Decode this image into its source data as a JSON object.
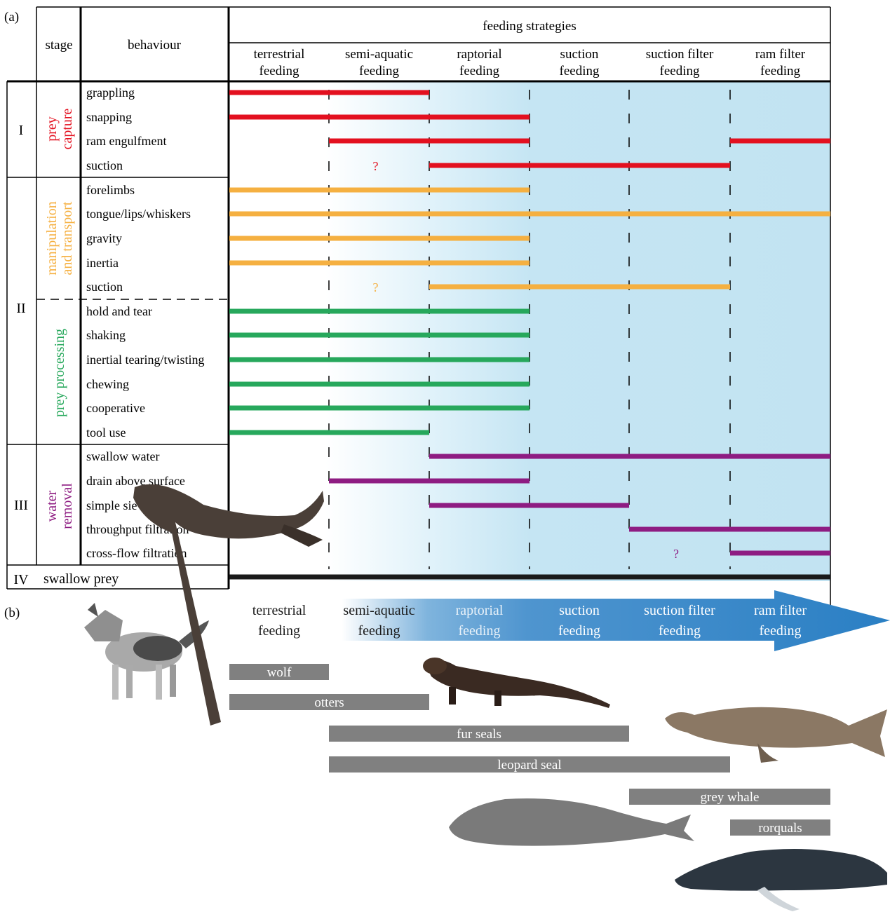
{
  "panel_labels": {
    "a": "(a)",
    "b": "(b)"
  },
  "headers": {
    "stage": "stage",
    "behaviour": "behaviour",
    "feeding_strategies": "feeding strategies"
  },
  "strategies": [
    {
      "line1": "terrestrial",
      "line2": "feeding"
    },
    {
      "line1": "semi-aquatic",
      "line2": "feeding"
    },
    {
      "line1": "raptorial",
      "line2": "feeding"
    },
    {
      "line1": "suction",
      "line2": "feeding"
    },
    {
      "line1": "suction filter",
      "line2": "feeding"
    },
    {
      "line1": "ram  filter",
      "line2": "feeding"
    }
  ],
  "arrow_strategies": [
    {
      "line1": "terrestrial",
      "line2": "feeding"
    },
    {
      "line1": "semi-aquatic",
      "line2": "feeding"
    },
    {
      "line1": "raptorial",
      "line2": "feeding"
    },
    {
      "line1": "suction",
      "line2": "feeding"
    },
    {
      "line1": "suction filter",
      "line2": "feeding"
    },
    {
      "line1": "ram  filter",
      "line2": "feeding"
    }
  ],
  "stages": [
    {
      "numeral": "I",
      "name_lines": [
        "prey",
        "capture"
      ],
      "color": "#e3101f"
    },
    {
      "numeral": "II",
      "name_lines": [
        "manipulation",
        "and transport"
      ],
      "color": "#f5b041"
    },
    {
      "numeral": "",
      "name_lines": [
        "prey processing"
      ],
      "color": "#27a85c"
    },
    {
      "numeral": "III",
      "name_lines": [
        "water",
        "removal"
      ],
      "color": "#8e1c82"
    },
    {
      "numeral": "IV",
      "name_lines": [
        "swallow prey"
      ],
      "color": "#1a1a1a"
    }
  ],
  "colors": {
    "capture": "#e3101f",
    "transport": "#f5b041",
    "processing": "#27a85c",
    "water": "#8e1c82",
    "swallow": "#1a1a1a",
    "animal_bar": "#808080",
    "arrow": "#2a7fc4",
    "water_bg": "#c2e3f2"
  },
  "behaviours": [
    {
      "label": "grappling",
      "color": "#e3101f",
      "from": 0,
      "to": 2
    },
    {
      "label": "snapping",
      "color": "#e3101f",
      "from": 0,
      "to": 3
    },
    {
      "label": "ram engulfment",
      "color": "#e3101f",
      "segments": [
        [
          1,
          3
        ],
        [
          5,
          6
        ]
      ]
    },
    {
      "label": "suction",
      "color": "#e3101f",
      "from": 2,
      "to": 5,
      "question": "?"
    },
    {
      "label": "forelimbs",
      "color": "#f5b041",
      "from": 0,
      "to": 3
    },
    {
      "label": "tongue/lips/whiskers",
      "color": "#f5b041",
      "from": 0,
      "to": 6
    },
    {
      "label": "gravity",
      "color": "#f5b041",
      "from": 0,
      "to": 3
    },
    {
      "label": "inertia",
      "color": "#f5b041",
      "from": 0,
      "to": 3
    },
    {
      "label": "suction",
      "color": "#f5b041",
      "from": 2,
      "to": 5,
      "question": "?"
    },
    {
      "label": "hold and tear",
      "color": "#27a85c",
      "from": 0,
      "to": 3
    },
    {
      "label": "shaking",
      "color": "#27a85c",
      "from": 0,
      "to": 3
    },
    {
      "label": "inertial tearing/twisting",
      "color": "#27a85c",
      "from": 0,
      "to": 3
    },
    {
      "label": "chewing",
      "color": "#27a85c",
      "from": 0,
      "to": 3
    },
    {
      "label": "cooperative",
      "color": "#27a85c",
      "from": 0,
      "to": 3
    },
    {
      "label": "tool use",
      "color": "#27a85c",
      "from": 0,
      "to": 2
    },
    {
      "label": "swallow water",
      "color": "#8e1c82",
      "from": 2,
      "to": 6
    },
    {
      "label": "drain above surface",
      "color": "#8e1c82",
      "from": 1,
      "to": 3
    },
    {
      "label": "simple sieving",
      "color": "#8e1c82",
      "from": 2,
      "to": 4
    },
    {
      "label": "throughput filtration",
      "color": "#8e1c82",
      "from": 4,
      "to": 6
    },
    {
      "label": "cross-flow filtration",
      "color": "#8e1c82",
      "from": 5,
      "to": 6,
      "question": "?"
    }
  ],
  "swallow_prey": {
    "label": "swallow prey",
    "from": 0,
    "to": 6
  },
  "animals": [
    {
      "label": "wolf",
      "from": 0,
      "to": 1
    },
    {
      "label": "otters",
      "from": 0,
      "to": 2
    },
    {
      "label": "fur seals",
      "from": 1,
      "to": 4
    },
    {
      "label": "leopard seal",
      "from": 1,
      "to": 5
    },
    {
      "label": "grey whale",
      "from": 4,
      "to": 6
    },
    {
      "label": "rorquals",
      "from": 5,
      "to": 6
    }
  ],
  "illustrations": [
    "wolf-illustration",
    "sea-lion-illustration",
    "otter-illustration",
    "leopard-seal-illustration",
    "grey-whale-illustration",
    "humpback-whale-illustration"
  ]
}
